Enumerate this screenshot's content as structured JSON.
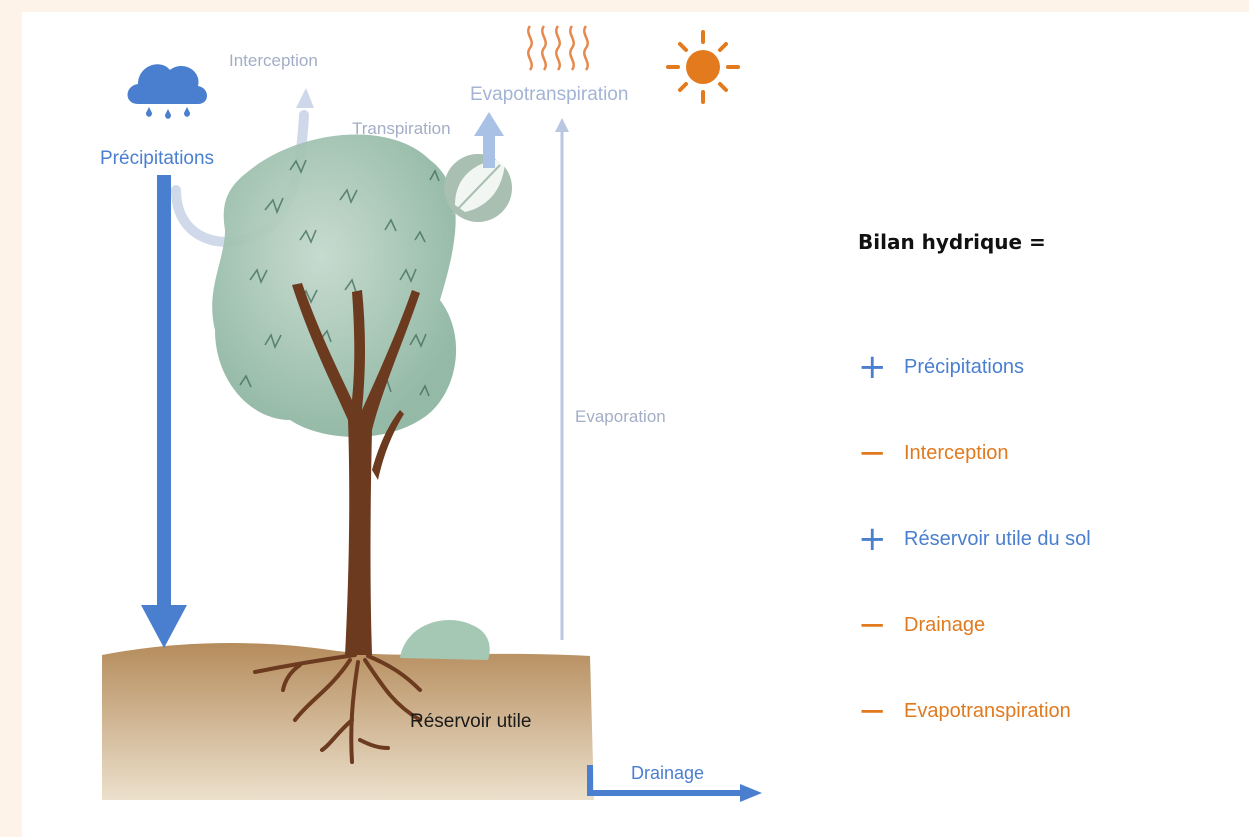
{
  "diagram": {
    "labels": {
      "precipitations": "Précipitations",
      "interception": "Interception",
      "transpiration": "Transpiration",
      "evapotranspiration": "Evapotranspiration",
      "evaporation": "Evaporation",
      "reservoir": "Réservoir utile",
      "drainage": "Drainage"
    },
    "icons": [
      "rain-cloud-icon",
      "heat-waves-icon",
      "sun-icon",
      "leaf-icon",
      "tree-icon"
    ]
  },
  "formula": {
    "title": "Bilan hydrique =",
    "terms": [
      {
        "sign": "+",
        "label": "Précipitations"
      },
      {
        "sign": "−",
        "label": "Interception"
      },
      {
        "sign": "+",
        "label": "Réservoir utile du sol"
      },
      {
        "sign": "−",
        "label": "Drainage"
      },
      {
        "sign": "−",
        "label": "Evapotranspiration"
      }
    ]
  },
  "colors": {
    "blue": "#4a7fd0",
    "light_blue": "#a9b9d9",
    "orange": "#e07a1f",
    "soil": "#c9a779",
    "foliage": "#a8c6b6",
    "trunk": "#6b3a1f"
  }
}
